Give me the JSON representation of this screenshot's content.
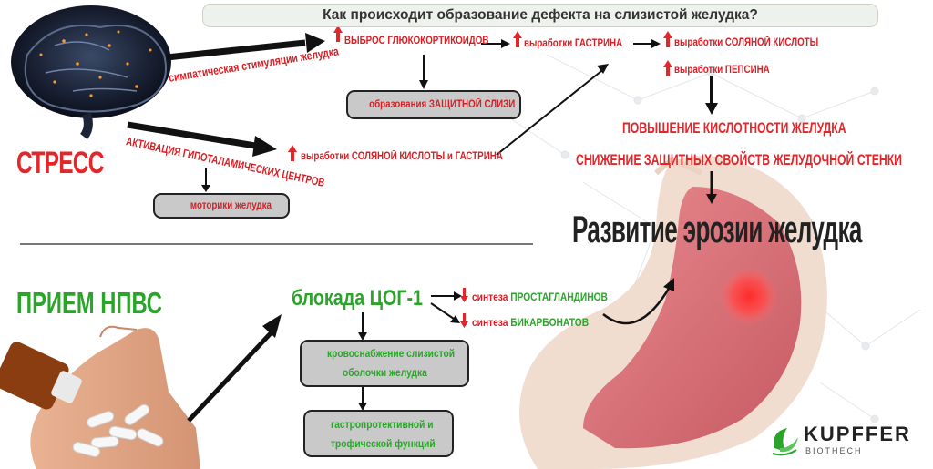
{
  "title": "Как происходит образование дефекта на слизистой желудка?",
  "stress": {
    "label": "СТРЕСС",
    "sympathetic": "симпатическая стимуляции желудка",
    "hypothalamic": "АКТИВАЦИЯ ГИПОТАЛАМИЧЕСКИХ ЦЕНТРОВ",
    "glucocorticoids": "ВЫБРОС ГЛЮКОКОРТИКОИДОВ",
    "gastrin": "выработки ГАСТРИНА",
    "hcl": "выработки СОЛЯНОЙ КИСЛОТЫ",
    "pepsin": "выработки ПЕПСИНА",
    "mucus": "образования ЗАЩИТНОЙ СЛИЗИ",
    "hcl_gastrin": "выработки СОЛЯНОЙ КИСЛОТЫ  и ГАСТРИНА",
    "motility": "моторики желудка",
    "acidity": "ПОВЫШЕНИЕ КИСЛОТНОСТИ ЖЕЛУДКА",
    "protection": "СНИЖЕНИЕ ЗАЩИТНЫХ СВОЙСТВ ЖЕЛУДОЧНОЙ СТЕНКИ",
    "erosion": "Развитие эрозии желудка"
  },
  "nsaid": {
    "label": "ПРИЕМ НПВС",
    "cox": "блокада ЦОГ-1",
    "prostaglandins_prefix": "синтеза",
    "prostaglandins": "ПРОСТАГЛАНДИНОВ",
    "bicarbonates_prefix": "синтеза",
    "bicarbonates": "БИКАРБОНАТОВ",
    "blood_line1": "кровоснабжение слизистой",
    "blood_line2": "оболочки желудка",
    "gastro_line1": "гастропротективной и",
    "gastro_line2": "трофической функций"
  },
  "logo": {
    "name": "KUPFFER",
    "sub": "BIOTHECH"
  },
  "colors": {
    "red": "#e3262a",
    "green": "#2aa52a",
    "box": "#c9c9c9"
  }
}
